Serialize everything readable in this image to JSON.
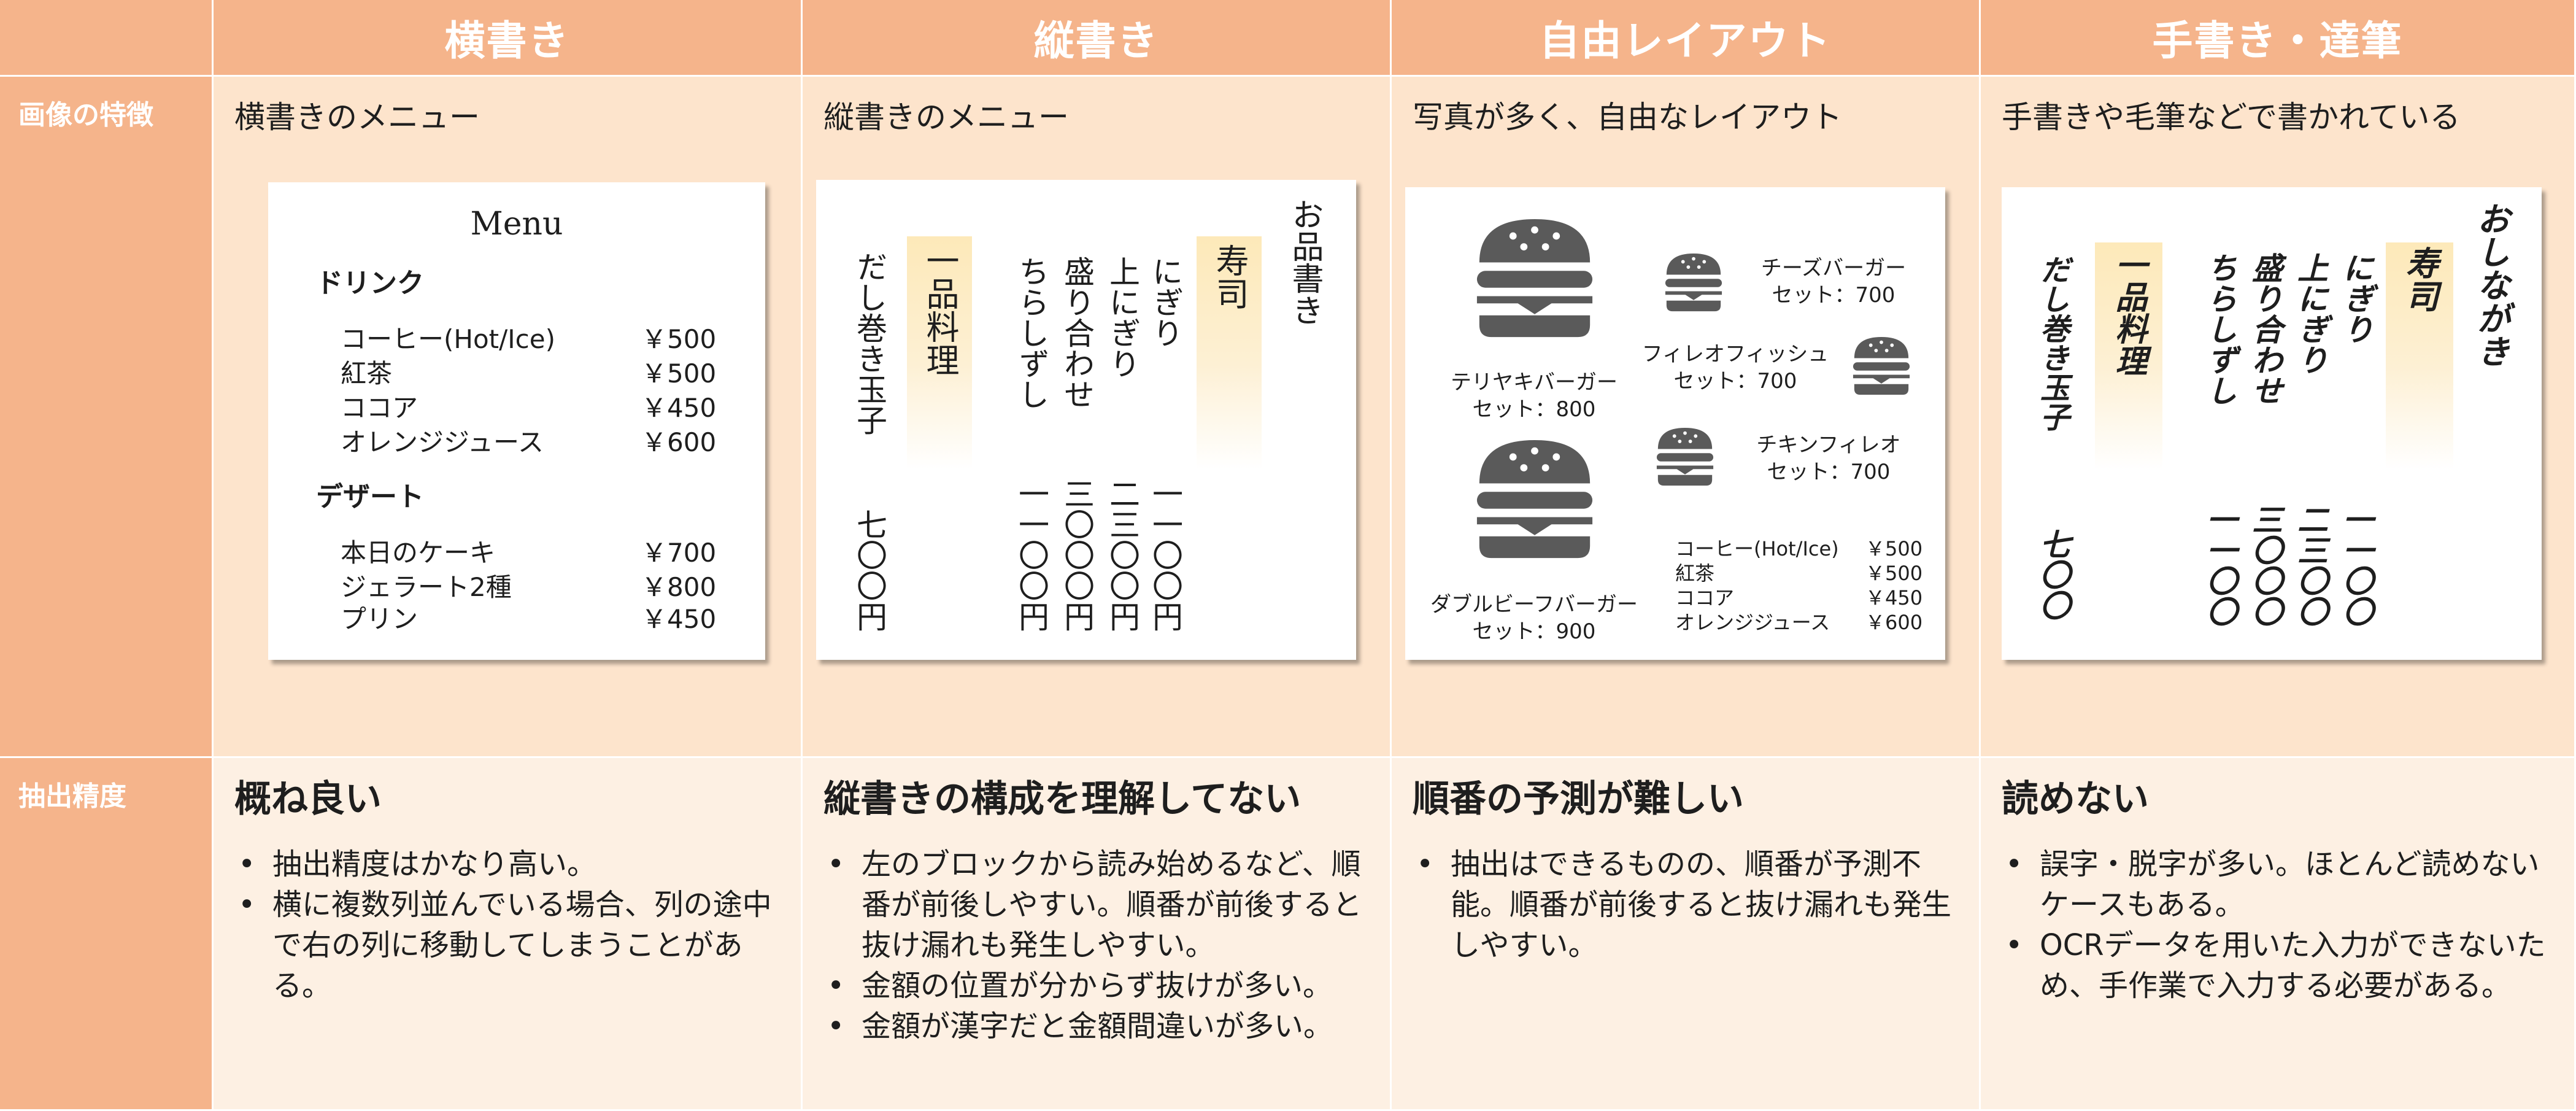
{
  "headers": {
    "yoko": "横書き",
    "tate": "縦書き",
    "free": "自由レイアウト",
    "hand": "手書き・達筆"
  },
  "row_labels": {
    "features": "画像の特徴",
    "accuracy": "抽出精度"
  },
  "features": {
    "yoko": "横書きのメニュー",
    "tate": "縦書きのメニュー",
    "free": "写真が多く、自由なレイアウト",
    "hand": "手書きや毛筆などで書かれている"
  },
  "menu_yoko": {
    "title": "Menu",
    "drink_heading": "ドリンク",
    "drinks": [
      {
        "name": "コーヒー(Hot/Ice)",
        "price": "￥500"
      },
      {
        "name": "紅茶",
        "price": "￥500"
      },
      {
        "name": "ココア",
        "price": "￥450"
      },
      {
        "name": "オレンジジュース",
        "price": "￥600"
      }
    ],
    "dessert_heading": "デザート",
    "desserts": [
      {
        "name": "本日のケーキ",
        "price": "￥700"
      },
      {
        "name": "ジェラート2種",
        "price": "￥800"
      },
      {
        "name": "プリン",
        "price": "￥450"
      }
    ]
  },
  "menu_tate": {
    "title": "お品書き",
    "sushi_heading": "寿司",
    "sushi_items": [
      {
        "name": "にぎり",
        "price": "一一〇〇円"
      },
      {
        "name": "上にぎり",
        "price": "二三〇〇円"
      },
      {
        "name": "盛り合わせ",
        "price": "三〇〇〇円"
      },
      {
        "name": "ちらしずし",
        "price": "一一〇〇円"
      }
    ],
    "ippin_heading": "一品料理",
    "ippin_items": [
      {
        "name": "だし巻き玉子",
        "price": "七〇〇円"
      }
    ]
  },
  "menu_free": {
    "teriyaki_name": "テリヤキバーガー",
    "teriyaki_price": "セット：800",
    "cheese_name": "チーズバーガー",
    "cheese_price": "セット：700",
    "filet_name": "フィレオフィッシュ",
    "filet_price": "セット：700",
    "chicken_name": "チキンフィレオ",
    "chicken_price": "セット：700",
    "double_name": "ダブルビーフバーガー",
    "double_price": "セット：900",
    "drinks": [
      {
        "name": "コーヒー(Hot/Ice)",
        "price": "￥500"
      },
      {
        "name": "紅茶",
        "price": "￥500"
      },
      {
        "name": "ココア",
        "price": "￥450"
      },
      {
        "name": "オレンジジュース",
        "price": "￥600"
      }
    ]
  },
  "menu_hand": {
    "title": "おしながき",
    "sushi_heading": "寿司",
    "sushi_items": [
      {
        "name": "にぎり",
        "price": "一一〇〇"
      },
      {
        "name": "上にぎり",
        "price": "二三〇〇"
      },
      {
        "name": "盛り合わせ",
        "price": "三〇〇〇"
      },
      {
        "name": "ちらしずし",
        "price": "一一〇〇"
      }
    ],
    "ippin_heading": "一品料理",
    "ippin_items": [
      {
        "name": "だし巻き玉子",
        "price": "七〇〇"
      }
    ]
  },
  "accuracy": {
    "yoko": {
      "title": "概ね良い",
      "bullets": [
        "抽出精度はかなり高い。",
        "横に複数列並んでいる場合、列の途中で右の列に移動してしまうことがある。"
      ]
    },
    "tate": {
      "title": "縦書きの構成を理解してない",
      "bullets": [
        "左のブロックから読み始めるなど、順番が前後しやすい。順番が前後すると抜け漏れも発生しやすい。",
        "金額の位置が分からず抜けが多い。",
        "金額が漢字だと金額間違いが多い。"
      ]
    },
    "free": {
      "title": "順番の予測が難しい",
      "bullets": [
        "抽出はできるものの、順番が予測不能。順番が前後すると抜け漏れも発生しやすい。"
      ]
    },
    "hand": {
      "title": "読めない",
      "bullets": [
        "誤字・脱字が多い。ほとんど読めないケースもある。",
        "OCRデータを用いた入力ができないため、手作業で入力する必要がある。"
      ]
    }
  },
  "colors": {
    "header_bg": "#f5b48b",
    "feature_bg": "#fde4cc",
    "accuracy_bg": "#fdf0e3",
    "burger_icon": "#5a5a5a",
    "highlight": "#fde9b9"
  },
  "icons": {
    "burger": "hamburger-icon"
  }
}
